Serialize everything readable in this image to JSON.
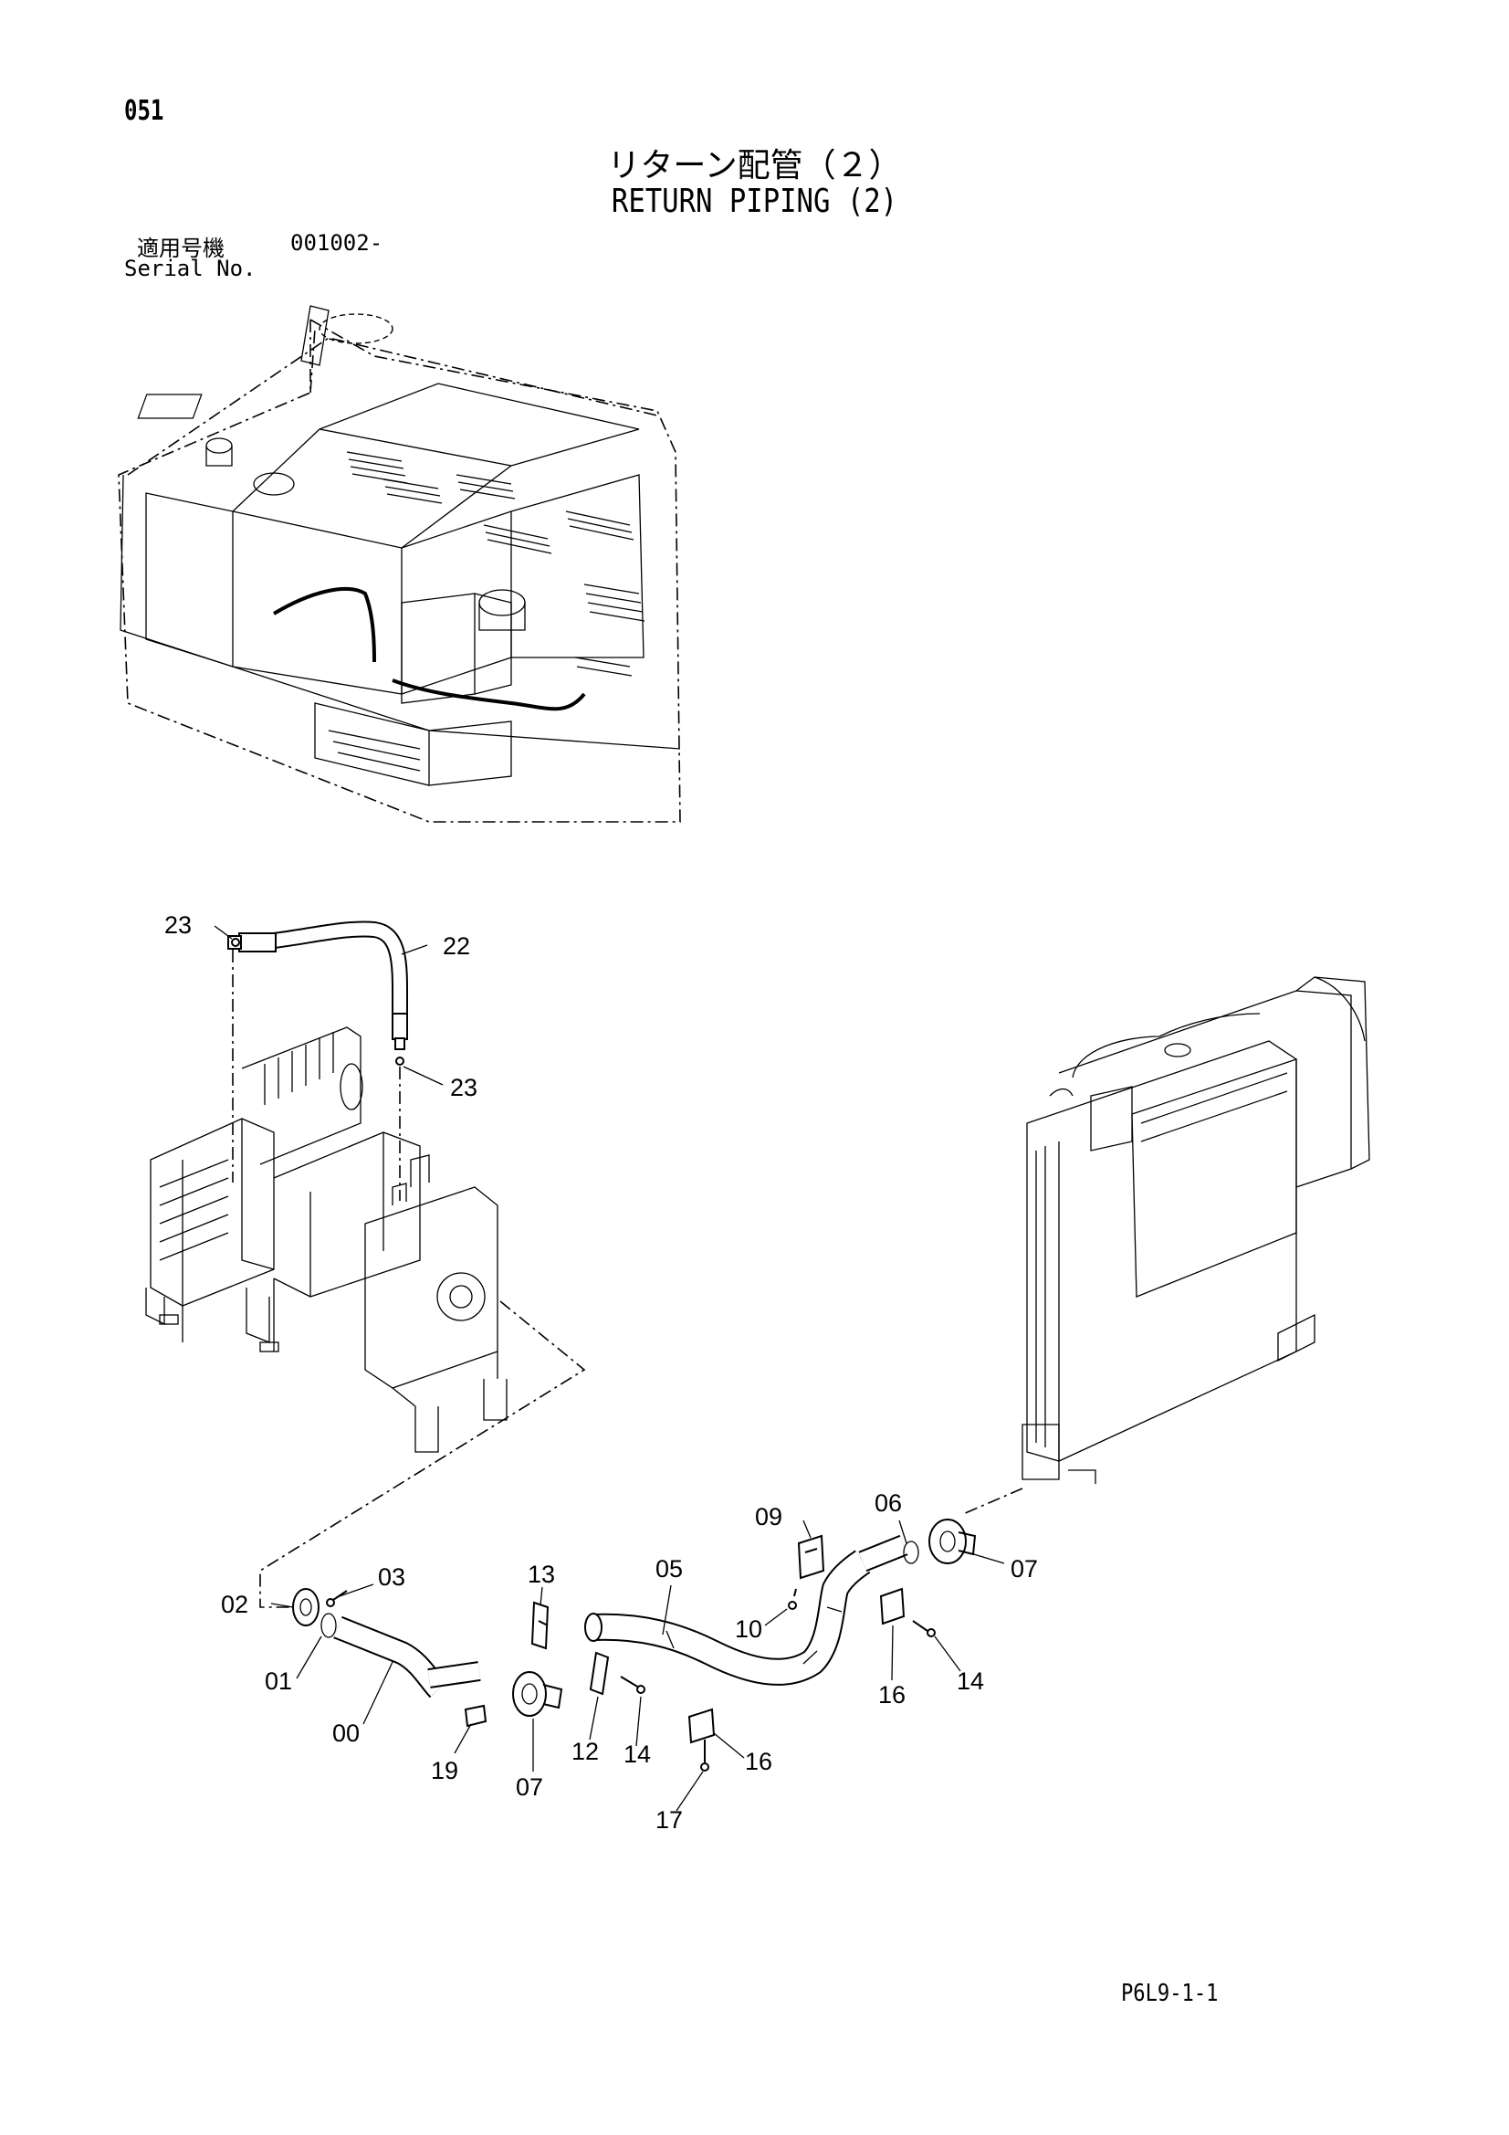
{
  "header": {
    "page_number": "051",
    "title_jp": "リターン配管（２）",
    "title_en": "RETURN PIPING (2)",
    "serial_label_jp": "適用号機",
    "serial_number": "001002-",
    "serial_label_en": "Serial No."
  },
  "callouts": [
    "23",
    "22",
    "23",
    "09",
    "06",
    "05",
    "13",
    "03",
    "02",
    "10",
    "07",
    "01",
    "16",
    "14",
    "00",
    "12",
    "14",
    "16",
    "19",
    "07",
    "17"
  ],
  "footer": {
    "code": "P6L9-1-1"
  }
}
